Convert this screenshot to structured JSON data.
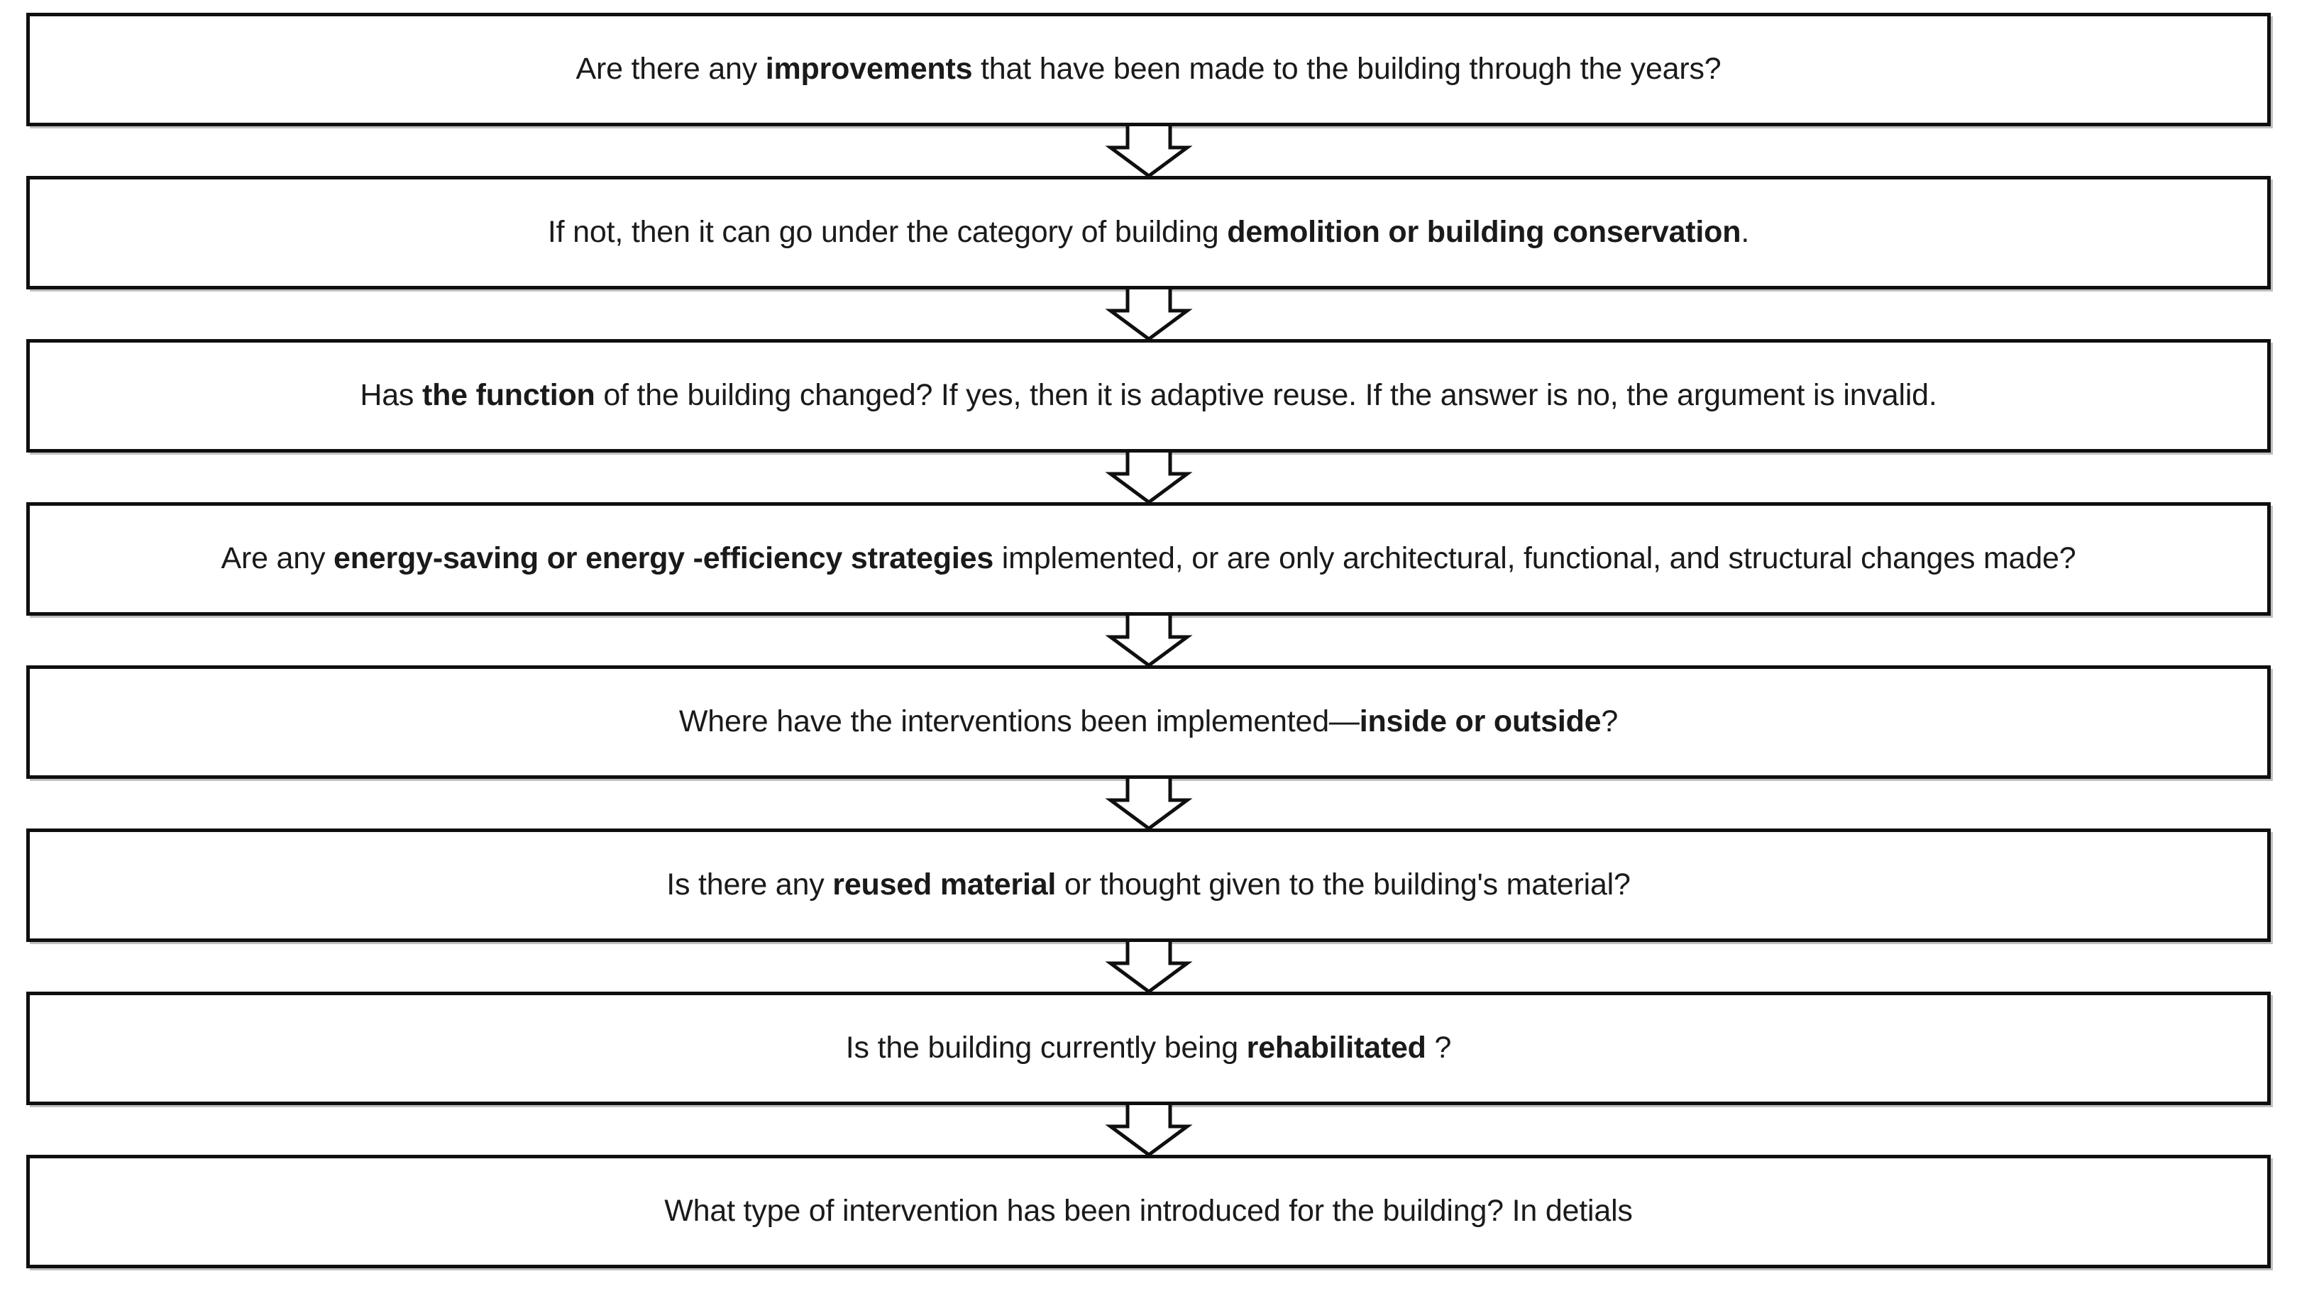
{
  "diagram": {
    "title": "Adaptive reuse assessment question sequence",
    "orientation": "vertical-top-to-bottom",
    "node_shape": "rectangle",
    "connector": "hollow-down-arrow",
    "colors": {
      "background": "#ffffff",
      "node_fill": "#ffffff",
      "border": "#0f0f0f",
      "text": "#1a1a1a",
      "shadow": "#8c8c8c"
    },
    "nodes": [
      {
        "id": "node-1",
        "index": 1,
        "text": "Are there any improvements that have been made to the building through the years?",
        "segments": [
          {
            "text": "Are there any ",
            "bold": false
          },
          {
            "text": "improvements",
            "bold": true
          },
          {
            "text": " that have been made to the building through the years?",
            "bold": false
          }
        ]
      },
      {
        "id": "node-2",
        "index": 2,
        "text": "If not, then it can go under the category of building demolition or building conservation.",
        "segments": [
          {
            "text": "If not, then it can go under the category of building ",
            "bold": false
          },
          {
            "text": "demolition or building conservation",
            "bold": true
          },
          {
            "text": ".",
            "bold": false
          }
        ]
      },
      {
        "id": "node-3",
        "index": 3,
        "text": "Has the function of the building changed? If yes, then it is adaptive reuse. If the answer is no, the argument is invalid.",
        "segments": [
          {
            "text": "Has ",
            "bold": false
          },
          {
            "text": "the function",
            "bold": true
          },
          {
            "text": " of the building changed? If yes, then it is adaptive reuse. If the answer is no, the argument is invalid.",
            "bold": false
          }
        ]
      },
      {
        "id": "node-4",
        "index": 4,
        "text": "Are any energy-saving or energy -efficiency  strategies implemented,  or are only architectural, functional, and structural changes made?",
        "segments": [
          {
            "text": "Are any ",
            "bold": false
          },
          {
            "text": "energy-saving or energy -efficiency  strategies",
            "bold": true
          },
          {
            "text": " implemented,  or are only architectural, functional, and structural changes made?",
            "bold": false
          }
        ]
      },
      {
        "id": "node-5",
        "index": 5,
        "text": "Where have the interventions been implemented—inside or outside?",
        "segments": [
          {
            "text": "Where have the interventions been implemented—",
            "bold": false
          },
          {
            "text": "inside  or outside",
            "bold": true
          },
          {
            "text": "?",
            "bold": false
          }
        ]
      },
      {
        "id": "node-6",
        "index": 6,
        "text": "Is there any reused material or thought given to the building's material?",
        "segments": [
          {
            "text": "Is there any ",
            "bold": false
          },
          {
            "text": "reused material",
            "bold": true
          },
          {
            "text": " or thought given to the building's material?",
            "bold": false
          }
        ]
      },
      {
        "id": "node-7",
        "index": 7,
        "text": "Is the building currently being rehabilitated  ?",
        "segments": [
          {
            "text": "Is the building currently being ",
            "bold": false
          },
          {
            "text": "rehabilitated",
            "bold": true
          },
          {
            "text": "  ?",
            "bold": false
          }
        ]
      },
      {
        "id": "node-8",
        "index": 8,
        "text": "What type of intervention has been introduced for the building? In detials",
        "segments": [
          {
            "text": "What type of intervention has been introduced for the building? In detials",
            "bold": false
          }
        ]
      }
    ],
    "connectors": [
      {
        "id": "connector-1-2",
        "from": "node-1",
        "to": "node-2",
        "icon": "down-arrow-icon"
      },
      {
        "id": "connector-2-3",
        "from": "node-2",
        "to": "node-3",
        "icon": "down-arrow-icon"
      },
      {
        "id": "connector-3-4",
        "from": "node-3",
        "to": "node-4",
        "icon": "down-arrow-icon"
      },
      {
        "id": "connector-4-5",
        "from": "node-4",
        "to": "node-5",
        "icon": "down-arrow-icon"
      },
      {
        "id": "connector-5-6",
        "from": "node-5",
        "to": "node-6",
        "icon": "down-arrow-icon"
      },
      {
        "id": "connector-6-7",
        "from": "node-6",
        "to": "node-7",
        "icon": "down-arrow-icon"
      },
      {
        "id": "connector-7-8",
        "from": "node-7",
        "to": "node-8",
        "icon": "down-arrow-icon"
      }
    ]
  }
}
